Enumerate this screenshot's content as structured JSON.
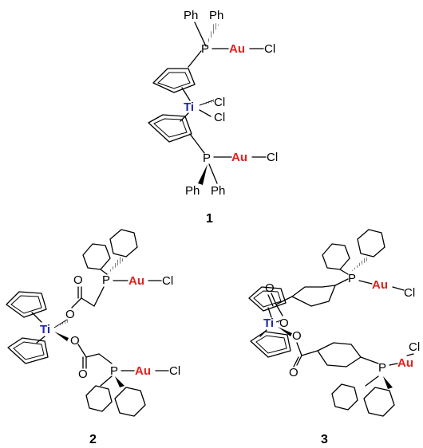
{
  "colors": {
    "gold": "#e3201b",
    "titanium": "#1f2aa6",
    "bond": "#000000"
  },
  "atoms": {
    "ti": "Ti",
    "au": "Au",
    "cl": "Cl",
    "p": "P",
    "o": "O",
    "ph": "Ph"
  },
  "compounds": {
    "c1": "1",
    "c2": "2",
    "c3": "3"
  }
}
